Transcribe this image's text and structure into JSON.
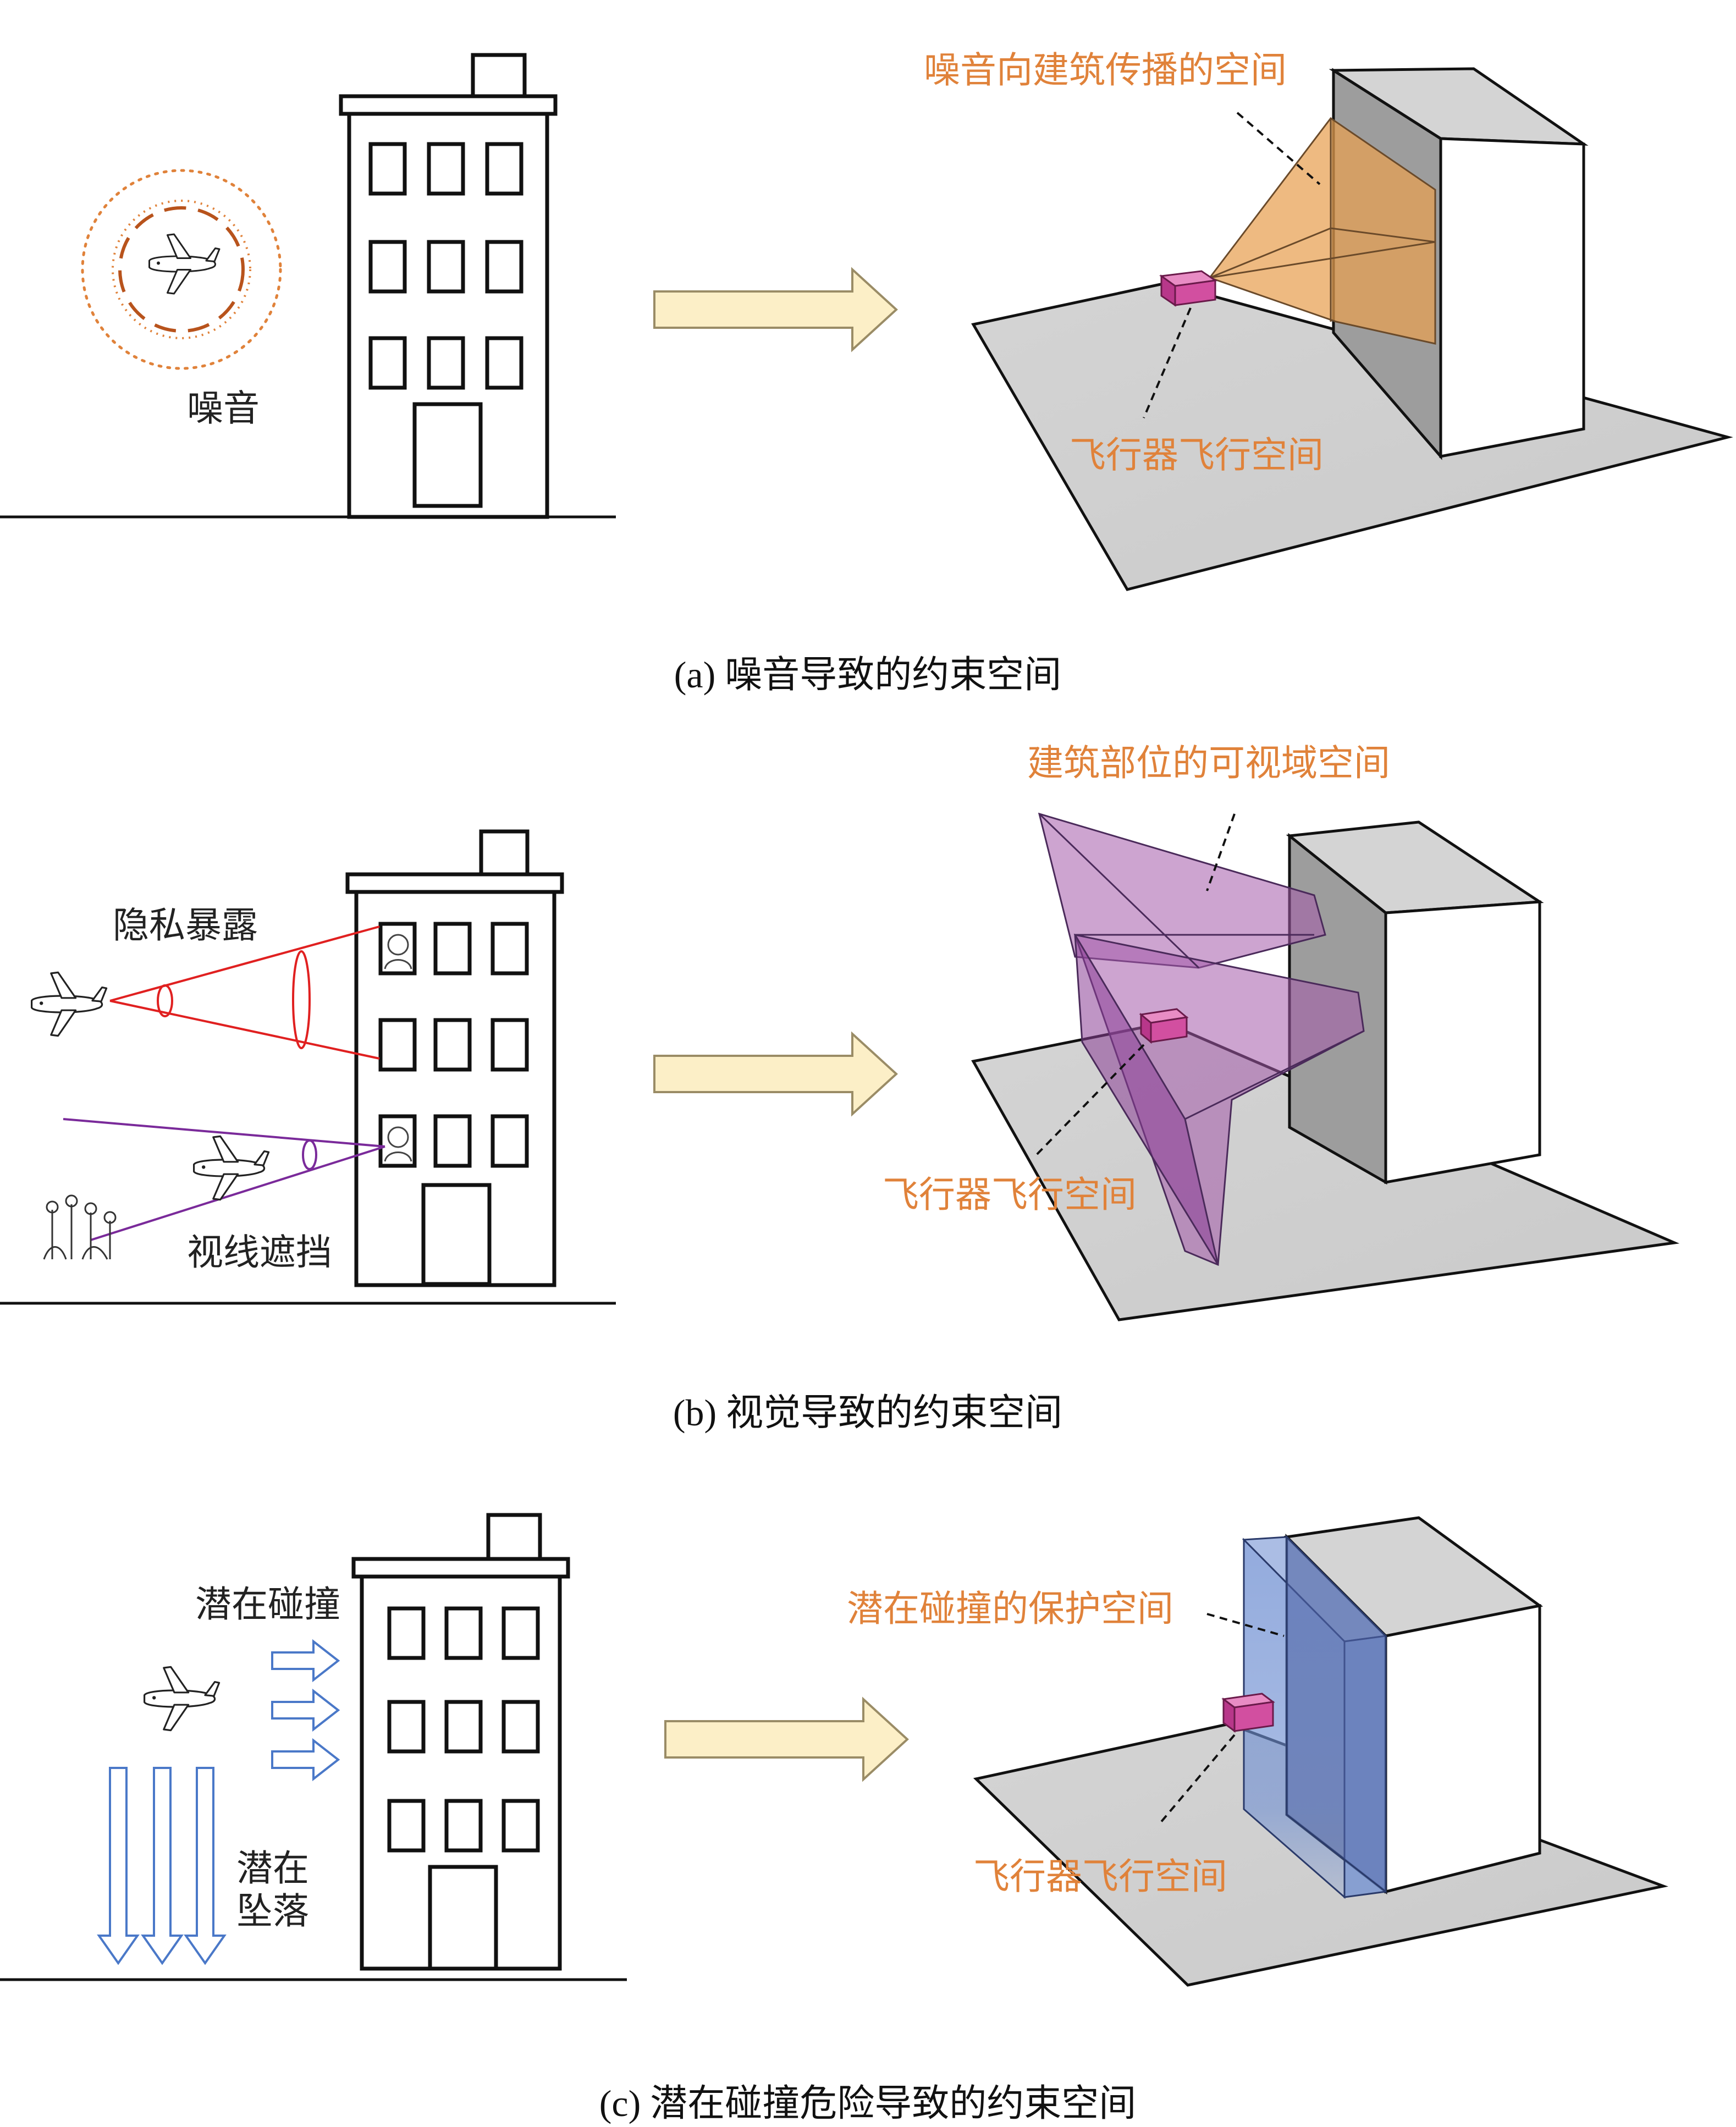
{
  "panels": [
    {
      "caption": "(a) 噪音导致的约束空间",
      "left_labels": {
        "noise": "噪音"
      },
      "right_labels": {
        "propagation": "噪音向建筑传播的空间",
        "flight": "飞行器飞行空间"
      }
    },
    {
      "caption": "(b) 视觉导致的约束空间",
      "left_labels": {
        "privacy": "隐私暴露",
        "sightline": "视线遮挡"
      },
      "right_labels": {
        "visibility": "建筑部位的可视域空间",
        "flight": "飞行器飞行空间"
      }
    },
    {
      "caption": "(c) 潜在碰撞危险导致的约束空间",
      "left_labels": {
        "collision": "潜在碰撞",
        "fall_line1": "潜在",
        "fall_line2": "坠落"
      },
      "right_labels": {
        "protection": "潜在碰撞的保护空间",
        "flight": "飞行器飞行空间"
      }
    }
  ],
  "colors": {
    "label_orange": "#e0823a",
    "noise_volume": "#e8a050",
    "visibility_volume": "#a45aaa",
    "protection_volume": "#6f8fd2",
    "aircraft_box": "#d24fa0",
    "privacy_ray": "#e02020",
    "sightline_ray": "#7a2a9a",
    "collision_arrows": "#4a78c8",
    "transition_arrow": "#fcefc7"
  },
  "icons": [
    "airplane-icon",
    "building-icon",
    "flower-icon",
    "person-icon",
    "transition-arrow-icon"
  ]
}
